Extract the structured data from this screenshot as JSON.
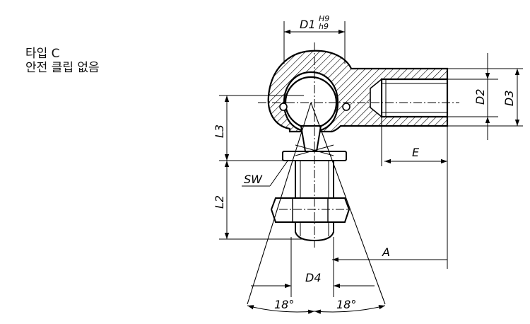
{
  "caption": {
    "line1": "타입 C",
    "line2": "안전 클립 없음"
  },
  "labels": {
    "d1": "D1",
    "d1_tol_upper": "H9",
    "d1_tol_lower": "h9",
    "d2": "D2",
    "d3": "D3",
    "d4": "D4",
    "l2": "L2",
    "l3": "L3",
    "e": "E",
    "a": "A",
    "sw": "SW",
    "angle_left": "18°",
    "angle_right": "18°"
  }
}
